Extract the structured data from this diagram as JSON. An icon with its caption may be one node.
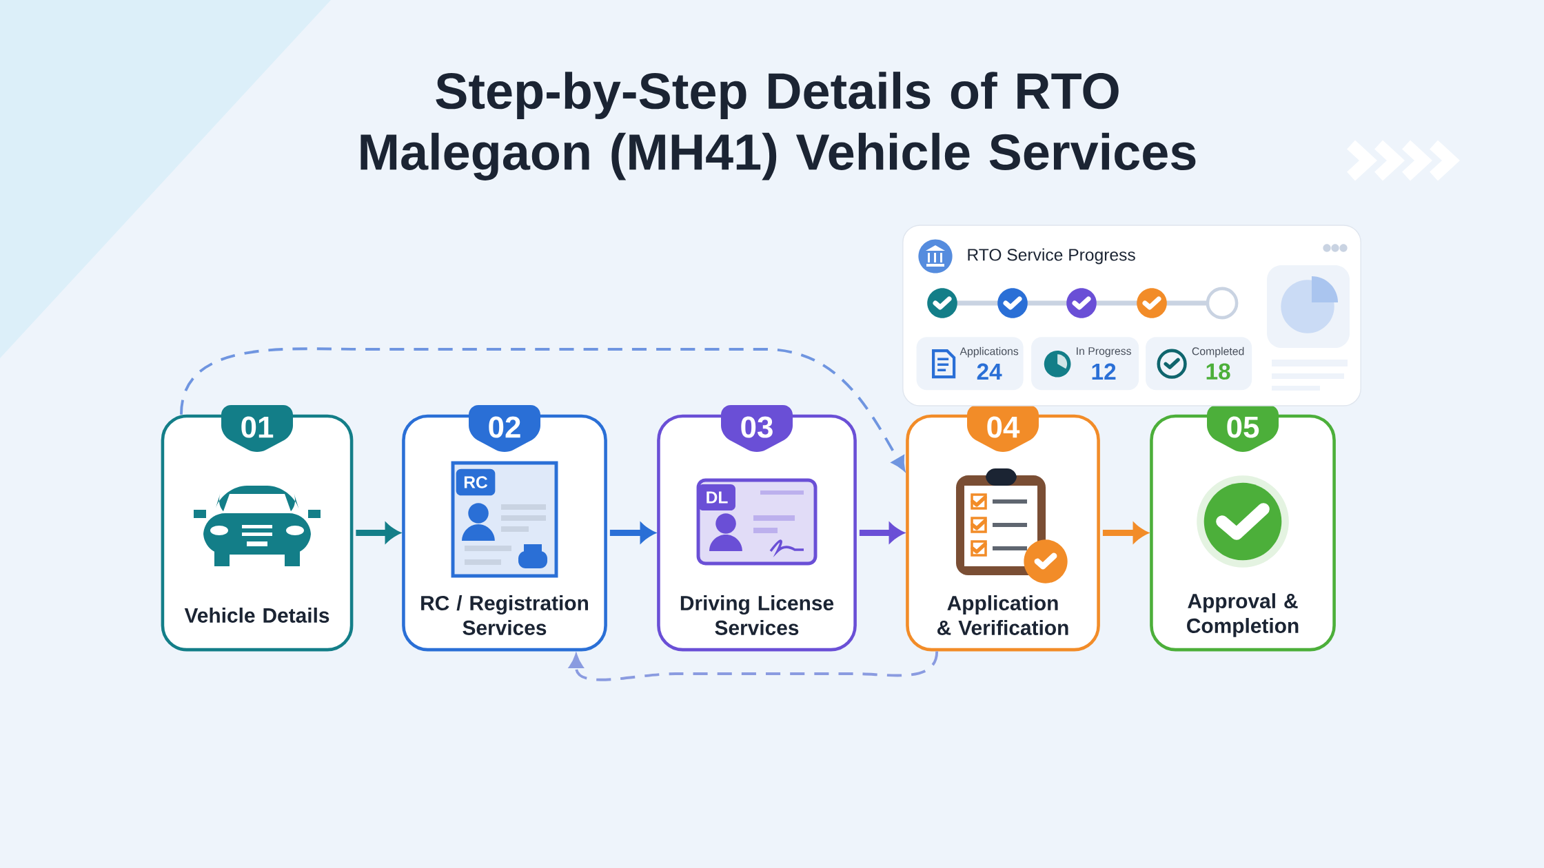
{
  "diagram": {
    "title": "Step-by-Step Details of RTO Malegaon (MH41) Vehicle Services",
    "nodes": [
      {
        "text": [
          "01",
          "Vehicle Details"
        ]
      },
      {
        "text": [
          "02",
          "RC / Registration Services"
        ]
      },
      {
        "text": [
          "03",
          "Driving License Services"
        ]
      },
      {
        "text": [
          "04",
          "Application & Verification"
        ]
      },
      {
        "text": [
          "05",
          "Approval & Completion"
        ]
      },
      {
        "text": [
          "RTO Service Progress"
        ]
      },
      {
        "text": [
          "Applications",
          "24"
        ],
        "in": 5
      },
      {
        "text": [
          "In Progress",
          "12"
        ],
        "in": 5
      },
      {
        "text": [
          "Completed",
          "18"
        ],
        "in": 5
      }
    ],
    "edges": [
      {
        "from": 0,
        "to": 1,
        "arrow": "to",
        "color": "#137e88"
      },
      {
        "from": 1,
        "to": 2,
        "arrow": "to",
        "color": "#2a6fd6"
      },
      {
        "from": 2,
        "to": 3,
        "arrow": "to",
        "color": "#6a4fd6"
      },
      {
        "from": 3,
        "to": 4,
        "arrow": "to",
        "color": "#f28c28"
      },
      {
        "from": 0,
        "to": 3,
        "arrow": "to",
        "style": "dashed",
        "color": "#6f95e0"
      },
      {
        "from": 3,
        "to": 1,
        "arrow": "to",
        "style": "dashed",
        "color": "#8a9be0"
      }
    ],
    "labels": [
      "RC",
      "DL"
    ]
  }
}
